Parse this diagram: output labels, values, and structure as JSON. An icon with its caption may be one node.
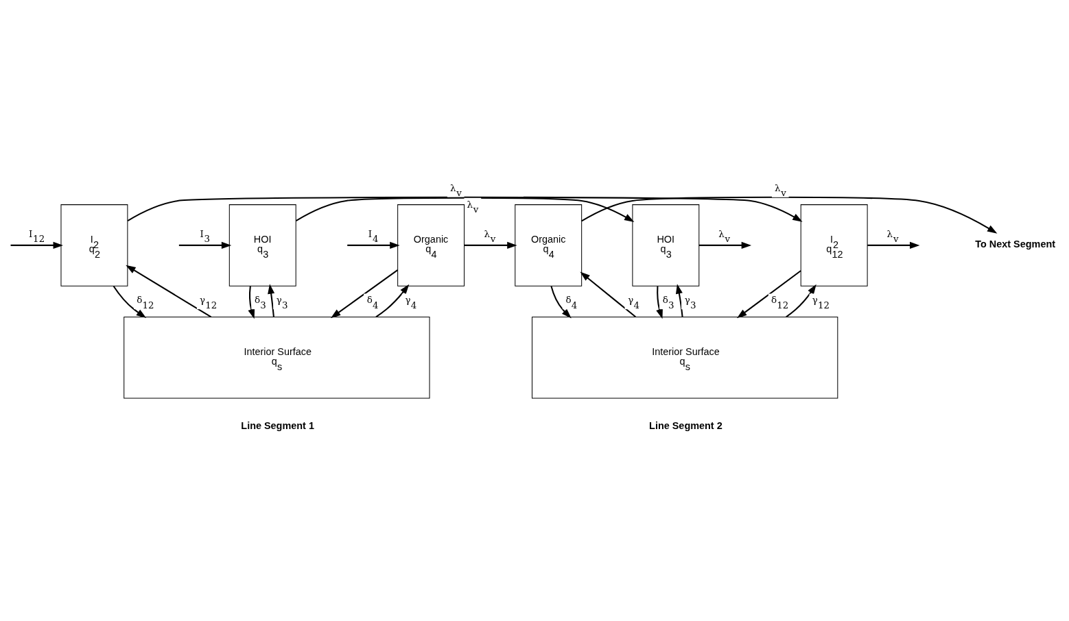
{
  "diagram": {
    "nodes": [
      {
        "text": [
          "I$_{2}$",
          "q$_{2}$"
        ]
      },
      {
        "text": [
          "HOI",
          "q$_{3}$"
        ]
      },
      {
        "text": [
          "Organic",
          "q$_{4}$"
        ]
      },
      {
        "text": [
          "Interior Surface",
          "q$_{s}$"
        ],
        "beside": [
          "Line Segment 1"
        ]
      },
      {
        "text": [
          "Organic",
          "q$_{4}$"
        ]
      },
      {
        "text": [
          "HOI",
          "q$_{3}$"
        ]
      },
      {
        "text": [
          "I$_{2}$",
          "q$_{12}$"
        ]
      },
      {
        "text": [
          "Interior Surface",
          "q$_{s}$"
        ],
        "beside": [
          "Line Segment 2"
        ]
      },
      {
        "text": [
          "To Next Segment"
        ]
      }
    ],
    "edges": [
      {
        "from": null,
        "to": 0,
        "arrow": "to",
        "label": "I$_{12}$"
      },
      {
        "from": null,
        "to": 1,
        "arrow": "to",
        "label": "I$_{3}$"
      },
      {
        "from": null,
        "to": 2,
        "arrow": "to",
        "label": "I$_{4}$"
      },
      {
        "from": 0,
        "to": 6,
        "arrow": "to",
        "label": "λ$_{v}$"
      },
      {
        "from": 1,
        "to": 5,
        "arrow": "to",
        "label": "λ$_{v}$"
      },
      {
        "from": 2,
        "to": 4,
        "arrow": "to",
        "label": "λ$_{v}$"
      },
      {
        "from": 4,
        "to": 8,
        "arrow": "to",
        "label": "λ$_{v}$"
      },
      {
        "from": 5,
        "to": null,
        "arrow": "to",
        "label": "λ$_{v}$"
      },
      {
        "from": 6,
        "to": null,
        "arrow": "to",
        "label": "λ$_{v}$"
      },
      {
        "from": 0,
        "to": 3,
        "arrow": "to",
        "label": "δ$_{12}$"
      },
      {
        "from": 3,
        "to": 0,
        "arrow": "to",
        "label": "γ$_{12}$"
      },
      {
        "from": 1,
        "to": 3,
        "arrow": "to",
        "label": "δ$_{3}$"
      },
      {
        "from": 3,
        "to": 1,
        "arrow": "to",
        "label": "γ$_{3}$"
      },
      {
        "from": 2,
        "to": 3,
        "arrow": "to",
        "label": "δ$_{4}$"
      },
      {
        "from": 3,
        "to": 2,
        "arrow": "to",
        "label": "γ$_{4}$"
      },
      {
        "from": 4,
        "to": 7,
        "arrow": "to",
        "label": "δ$_{4}$"
      },
      {
        "from": 7,
        "to": 4,
        "arrow": "to",
        "label": "γ$_{4}$"
      },
      {
        "from": 5,
        "to": 7,
        "arrow": "to",
        "label": "δ$_{3}$"
      },
      {
        "from": 7,
        "to": 5,
        "arrow": "to",
        "label": "γ$_{3}$"
      },
      {
        "from": 6,
        "to": 7,
        "arrow": "to",
        "label": "δ$_{12}$"
      },
      {
        "from": 7,
        "to": 6,
        "arrow": "to",
        "label": "γ$_{12}$"
      }
    ]
  }
}
